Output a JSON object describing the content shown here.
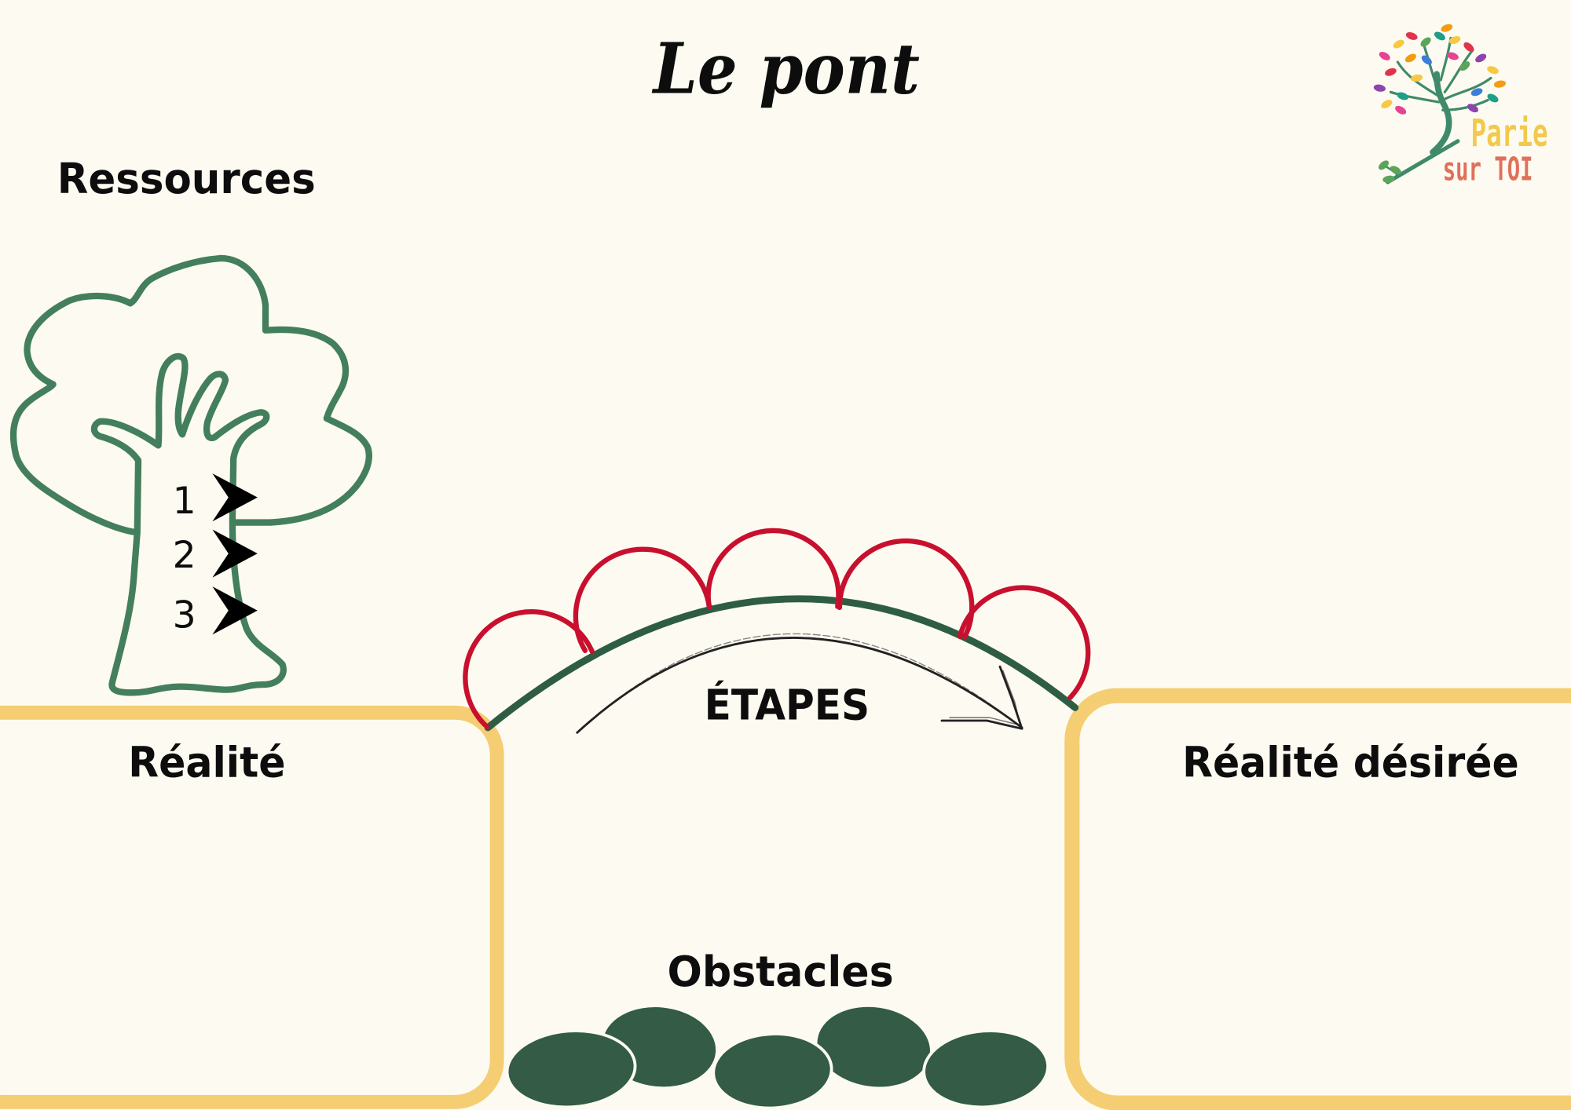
{
  "title": "Le pont",
  "labels": {
    "resources": "Ressources",
    "reality": "Réalité",
    "steps": "ÉTAPES",
    "desired_reality": "Réalité désirée",
    "obstacles": "Obstacles"
  },
  "resources_list": [
    "1",
    "2",
    "3"
  ],
  "logo": {
    "line1": "Parie",
    "line2": "sur TOI",
    "line1_color": "#f2c94c",
    "line2_color": "#e0705a",
    "trunk_color": "#3f8a6a",
    "leaf_palette": [
      "#f6c945",
      "#e0344b",
      "#8e44ad",
      "#1f9e89",
      "#f39c12",
      "#3b7dd8",
      "#e84393",
      "#5aa55a"
    ]
  },
  "icons": {
    "resources": "tree-outline",
    "list_bullet": "arrowhead-right",
    "steps": "curved-arrow-right",
    "obstacles": "stones"
  },
  "colors": {
    "background": "#fdfbf1",
    "text": "#0d0d0d",
    "box_border": "#f5cd72",
    "bridge": "#2f5d44",
    "step_arcs": "#c8102e",
    "tree": "#447f5d",
    "stones": "#335b45",
    "stone_outline": "#fdfbf1",
    "sketch_arrow": "#222222",
    "bullet": "#000000"
  }
}
